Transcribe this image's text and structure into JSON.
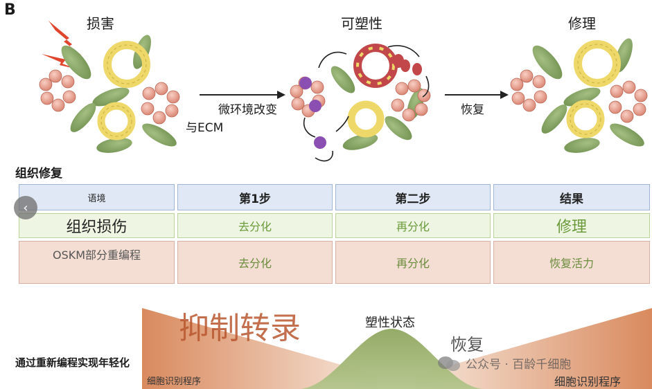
{
  "panel_letter": "B",
  "stages": {
    "damage": "损害",
    "plasticity": "可塑性",
    "repair": "修理"
  },
  "arrows": {
    "microenv": "微环境改变",
    "ecm": "与ECM",
    "recovery": "恢复"
  },
  "section_title": "组织修复",
  "table": {
    "headers": [
      "语境",
      "第1步",
      "第二步",
      "结果"
    ],
    "rows": [
      {
        "context": "组织损伤",
        "step1": "去分化",
        "step2": "再分化",
        "result": "修理"
      },
      {
        "context": "OSKM部分重编程",
        "step1": "去分化",
        "step2": "再分化",
        "result": "恢复活力"
      }
    ]
  },
  "bottom": {
    "left_label": "通过重新编程实现年轻化",
    "suppress": "抑制转录",
    "plastic_state": "塑性状态",
    "recover": "恢复",
    "cell_id_left": "细胞识别程序",
    "cell_id_right": "细胞识别程序",
    "watermark": "公众号 · 百龄千细胞"
  },
  "nav": {
    "prev_icon": "chevron-left-icon",
    "prev_glyph": "‹"
  },
  "colors": {
    "header_bg": "#dfe8f4",
    "green_row": "#eef5e3",
    "pink_row": "#f4ded4",
    "band_orange": "#d98a5e",
    "band_green": "#9db06d"
  }
}
